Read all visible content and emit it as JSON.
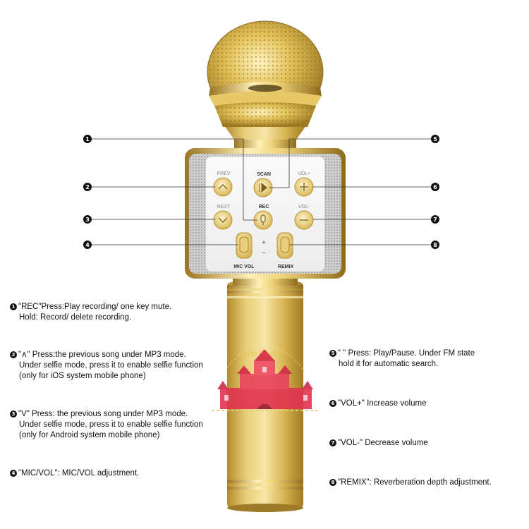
{
  "buttons": {
    "prev": "PREV",
    "scan": "SCAN",
    "vol_plus": "VOL+",
    "next": "NEXT",
    "rec": "REC",
    "vol_minus": "VOL-",
    "plus_sign": "+",
    "minus_sign": "−",
    "mic_vol": "MIC VOL",
    "remix": "REMIX"
  },
  "watermark": "Little Castle",
  "descriptions": [
    {
      "num": "1",
      "lines": [
        "\"REC\"Press:Play recording/ one key mute.",
        "Hold: Record/ delete recording."
      ]
    },
    {
      "num": "2",
      "lines": [
        "\"∧\" Press:the previous song under MP3 mode.",
        "Under selfie mode, press it to enable selfie function",
        "(only for iOS system mobile phone)"
      ]
    },
    {
      "num": "3",
      "lines": [
        "\"V\" Press: the previous song under MP3 mode.",
        "Under selfie mode, press it to enable selfie function",
        "(only for Android system mobile phone)"
      ]
    },
    {
      "num": "4",
      "lines": [
        "\"MIC/VOL\": MIC/VOL adjustment."
      ]
    },
    {
      "num": "5",
      "lines": [
        "\"        \" Press: Play/Pause. Under FM state",
        "hold it for automatic search."
      ]
    },
    {
      "num": "6",
      "lines": [
        "\"VOL+\" Increase volume"
      ]
    },
    {
      "num": "7",
      "lines": [
        "\"VOL-\" Decrease volume"
      ]
    },
    {
      "num": "8",
      "lines": [
        "\"REMIX\": Reverberation depth adjustment."
      ]
    }
  ],
  "colors": {
    "gold": "#d8b54a",
    "gold_dark": "#a9832a",
    "silver": "#d9d9d9",
    "text": "#111111"
  }
}
